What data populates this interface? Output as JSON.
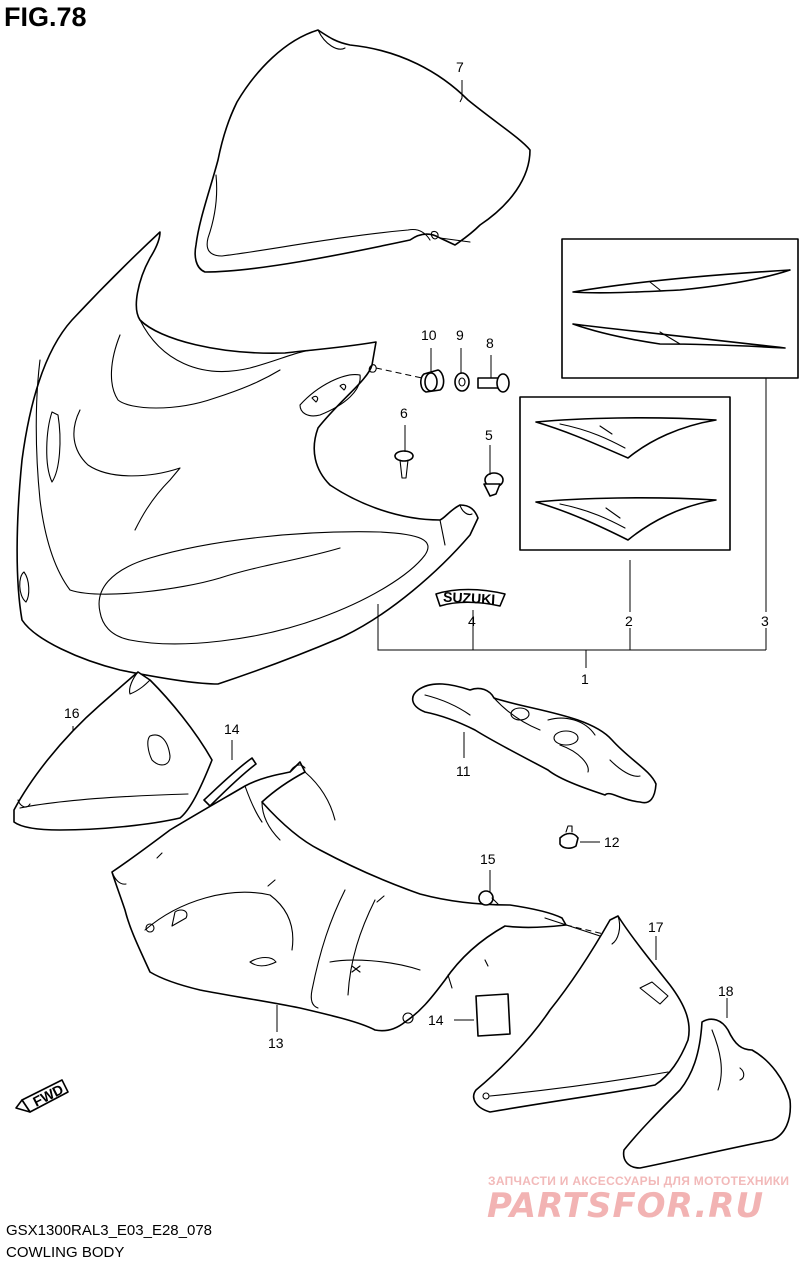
{
  "figure": {
    "title": "FIG.78",
    "code": "GSX1300RAL3_E03_E28_078",
    "caption": "COWLING BODY"
  },
  "direction_badge": "FWD",
  "decal_text": "SUZUKI",
  "callouts": {
    "c1": "1",
    "c2": "2",
    "c3": "3",
    "c4": "4",
    "c5": "5",
    "c6": "6",
    "c7": "7",
    "c8": "8",
    "c9": "9",
    "c10": "10",
    "c11": "11",
    "c12": "12",
    "c13": "13",
    "c14a": "14",
    "c14b": "14",
    "c15": "15",
    "c16": "16",
    "c17": "17",
    "c18": "18"
  },
  "watermark": {
    "tagline": "ЗАПЧАСТИ И АКСЕССУАРЫ ДЛЯ МОТОТЕХНИКИ",
    "brand": "PARTSFOR.RU",
    "color": "#f2b3b3"
  }
}
